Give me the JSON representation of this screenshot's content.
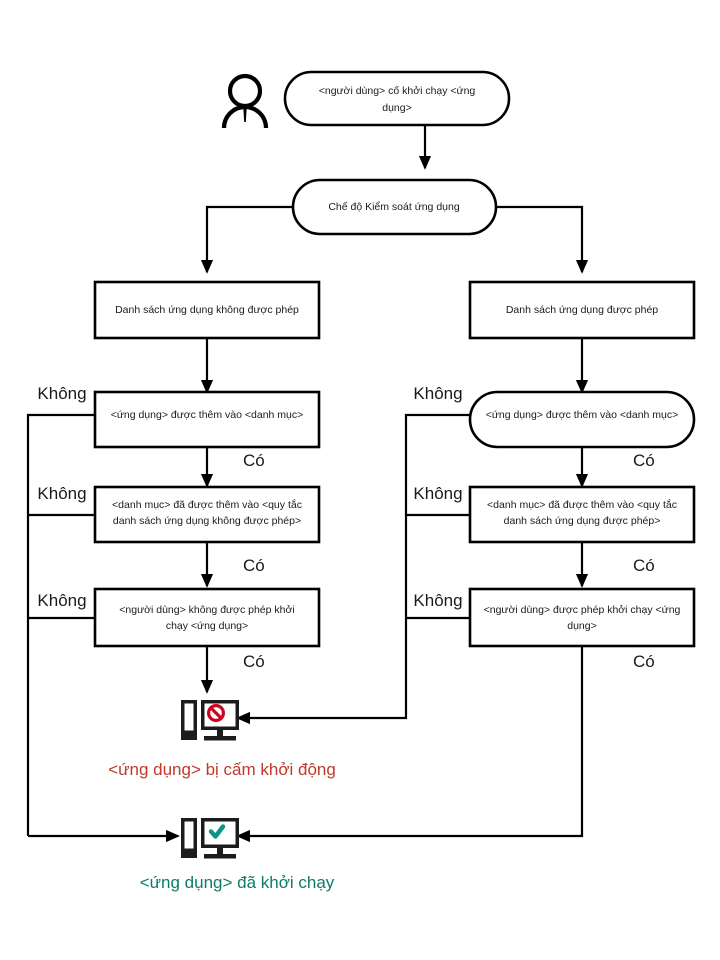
{
  "diagram": {
    "title": "Chế độ Kiểm soát ứng dụng",
    "colors": {
      "stroke": "#000000",
      "denied_text": "#c0392b",
      "allowed_text": "#0e7c66",
      "deny_icon": "#d0021b",
      "ok_icon": "#0e9482"
    },
    "actor": {
      "name": "user-actor-icon"
    },
    "start": {
      "label": "<người dùng> cố khởi chạy <ứng dụng>"
    },
    "mode": {
      "label": "Chế độ Kiểm soát ứng dụng"
    },
    "left_branch": {
      "list": "Danh sách ứng dụng không được phép",
      "step1": "<ứng dụng> được thêm vào <danh mục>",
      "step2_line1": "<danh mục> đã được thêm vào <quy tắc",
      "step2_line2": "danh sách ứng dụng không được phép>",
      "step3_line1": "<người dùng> không được phép khởi",
      "step3_line2": "chạy <ứng dụng>"
    },
    "right_branch": {
      "list": "Danh sách ứng dụng được phép",
      "step1": "<ứng dụng> được thêm vào <danh mục>",
      "step2_line1": "<danh mục> đã được thêm vào <quy tắc",
      "step2_line2": "danh sách ứng dụng được phép>",
      "step3_line1": "<người dùng> được phép khởi chạy <ứng",
      "step3_line2": "dụng>"
    },
    "edge_labels": {
      "no": "Không",
      "yes": "Có"
    },
    "outcomes": {
      "denied": "<ứng dụng> bị cấm khởi động",
      "allowed": "<ứng dụng> đã khởi chạy"
    },
    "icons": {
      "denied": "computer-blocked-icon",
      "allowed": "computer-allowed-icon"
    }
  }
}
